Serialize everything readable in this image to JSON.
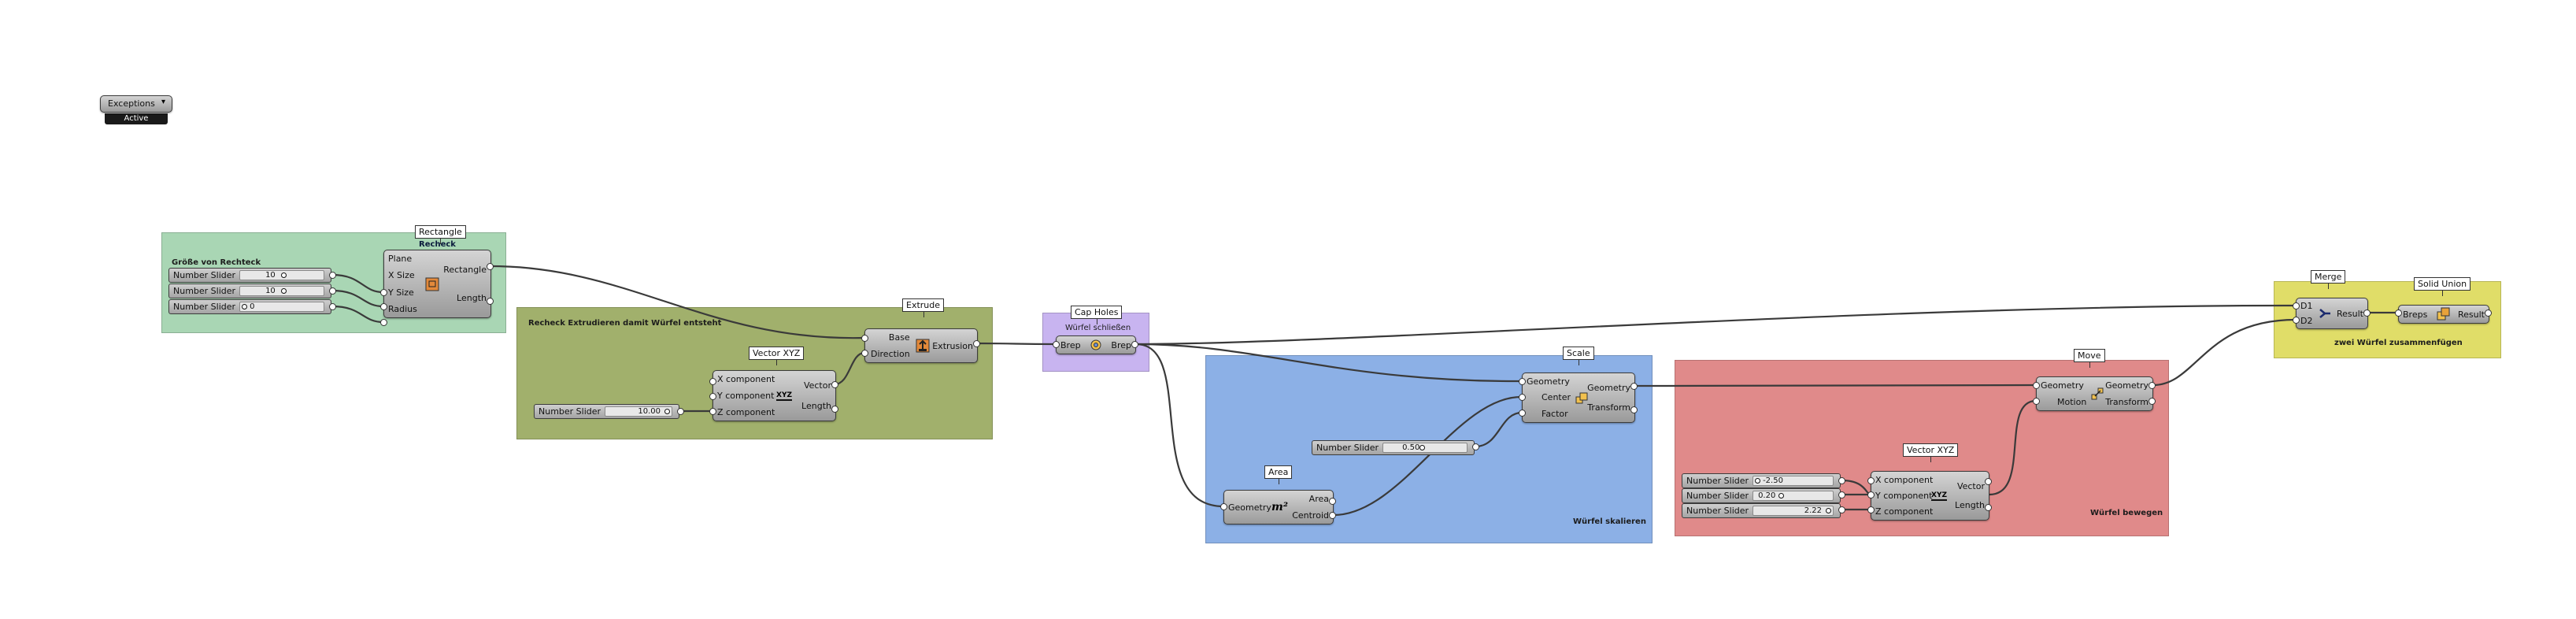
{
  "exceptions": {
    "label": "Exceptions",
    "status": "Active"
  },
  "groups": {
    "rect": {
      "label": "Größe von Rechteck",
      "color": "#a9d6b4"
    },
    "extrude": {
      "label": "Recheck Extrudieren damit Würfel entsteht",
      "color": "#a1b06c"
    },
    "cap": {
      "label": "Würfel schließen",
      "color": "#c8b4f0"
    },
    "scale": {
      "label": "Würfel skalieren",
      "color": "#8cb0e6"
    },
    "move": {
      "label": "Würfel bewegen",
      "color": "#e08a8a"
    },
    "union": {
      "label": "zwei Würfel zusammenfügen",
      "color": "#e0dd68"
    }
  },
  "tags": {
    "rectangle": "Rectangle",
    "extrude": "Extrude",
    "vector1": "Vector XYZ",
    "cap": "Cap Holes",
    "scale": "Scale",
    "area": "Area",
    "move": "Move",
    "vector2": "Vector XYZ",
    "merge": "Merge",
    "solid": "Solid Union"
  },
  "sliders": {
    "rx": {
      "name": "Number Slider",
      "value": "10"
    },
    "ry": {
      "name": "Number Slider",
      "value": "10"
    },
    "rr": {
      "name": "Number Slider",
      "value": "0"
    },
    "ez": {
      "name": "Number Slider",
      "value": "10.00"
    },
    "sf": {
      "name": "Number Slider",
      "value": "0.50"
    },
    "mx": {
      "name": "Number Slider",
      "value": "-2.50"
    },
    "my": {
      "name": "Number Slider",
      "value": "0.20"
    },
    "mz": {
      "name": "Number Slider",
      "value": "2.22"
    }
  },
  "components": {
    "rectangle": {
      "nickname": "Recheck",
      "inputs": [
        "Plane",
        "X Size",
        "Y Size",
        "Radius"
      ],
      "outputs": [
        "Rectangle",
        "Length"
      ]
    },
    "extrude": {
      "inputs": [
        "Base",
        "Direction"
      ],
      "outputs": [
        "Extrusion"
      ]
    },
    "vector1": {
      "inputs": [
        "X component",
        "Y component",
        "Z component"
      ],
      "outputs": [
        "Vector",
        "Length"
      ],
      "icon": "XYZ"
    },
    "cap": {
      "inputs": [
        "Brep"
      ],
      "outputs": [
        "Brep"
      ]
    },
    "area": {
      "inputs": [
        "Geometry"
      ],
      "outputs": [
        "Area",
        "Centroid"
      ],
      "icon": "m²"
    },
    "scale": {
      "inputs": [
        "Geometry",
        "Center",
        "Factor"
      ],
      "outputs": [
        "Geometry",
        "Transform"
      ]
    },
    "move": {
      "inputs": [
        "Geometry",
        "Motion"
      ],
      "outputs": [
        "Geometry",
        "Transform"
      ]
    },
    "vector2": {
      "inputs": [
        "X component",
        "Y component",
        "Z component"
      ],
      "outputs": [
        "Vector",
        "Length"
      ],
      "icon": "XYZ"
    },
    "merge": {
      "inputs": [
        "D1",
        "D2"
      ],
      "outputs": [
        "Result"
      ]
    },
    "solid": {
      "inputs": [
        "Breps"
      ],
      "outputs": [
        "Result"
      ]
    }
  },
  "icons": {
    "rectangle": "rectangle-icon",
    "extrude": "extrude-icon",
    "cap": "cap-holes-icon",
    "area": "area-icon",
    "scale": "scale-icon",
    "move": "move-icon",
    "merge": "merge-icon",
    "solid": "solid-union-icon"
  }
}
